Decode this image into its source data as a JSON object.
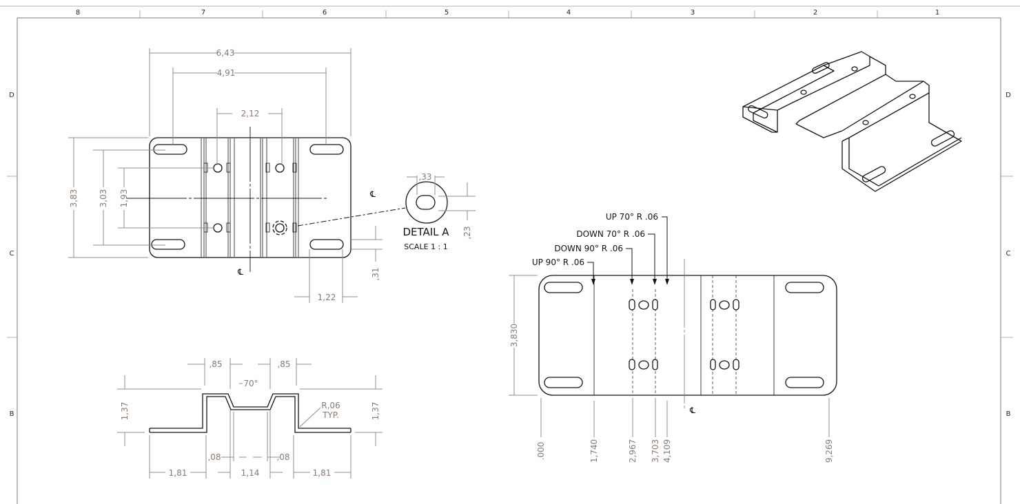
{
  "sheet": {
    "zone_columns": [
      "8",
      "7",
      "6",
      "5",
      "4",
      "3",
      "2",
      "1"
    ],
    "zone_rows": [
      "D",
      "C",
      "B"
    ]
  },
  "top_view": {
    "dims": {
      "overall_width": "6,43",
      "slot_spacing": "4,91",
      "hole_spacing": "2,12",
      "overall_height": "3,83",
      "slot_vertical": "3,03",
      "hole_vertical": "1,93",
      "slot_edge": ",31",
      "slot_length": "1,22"
    },
    "centerline_symbol": "℄"
  },
  "detail": {
    "title": "DETAIL A",
    "scale": "SCALE 1 : 1",
    "width": ",33",
    "height": ",23"
  },
  "side_view": {
    "dims": {
      "left_flange": "1,81",
      "right_flange": "1,81",
      "channel_bottom": "1,14",
      "left_top": ",85",
      "right_top": ",85",
      "left_offset": ",08",
      "right_offset": ",08",
      "left_height": "1,37",
      "right_height": "1,37",
      "angle": "70°",
      "radius_line1": "R,06",
      "radius_line2": "TYP."
    }
  },
  "flat_pattern": {
    "height_dim": "3,830",
    "bend_notes": [
      "UP 70°  R .06",
      "DOWN 70°  R .06",
      "DOWN  90°  R .06",
      "UP 90°  R .06"
    ],
    "ordinates": [
      ".000",
      "1,740",
      "2,967",
      "3,703",
      "4,109",
      "9,269"
    ],
    "centerline_symbol": "℄"
  }
}
